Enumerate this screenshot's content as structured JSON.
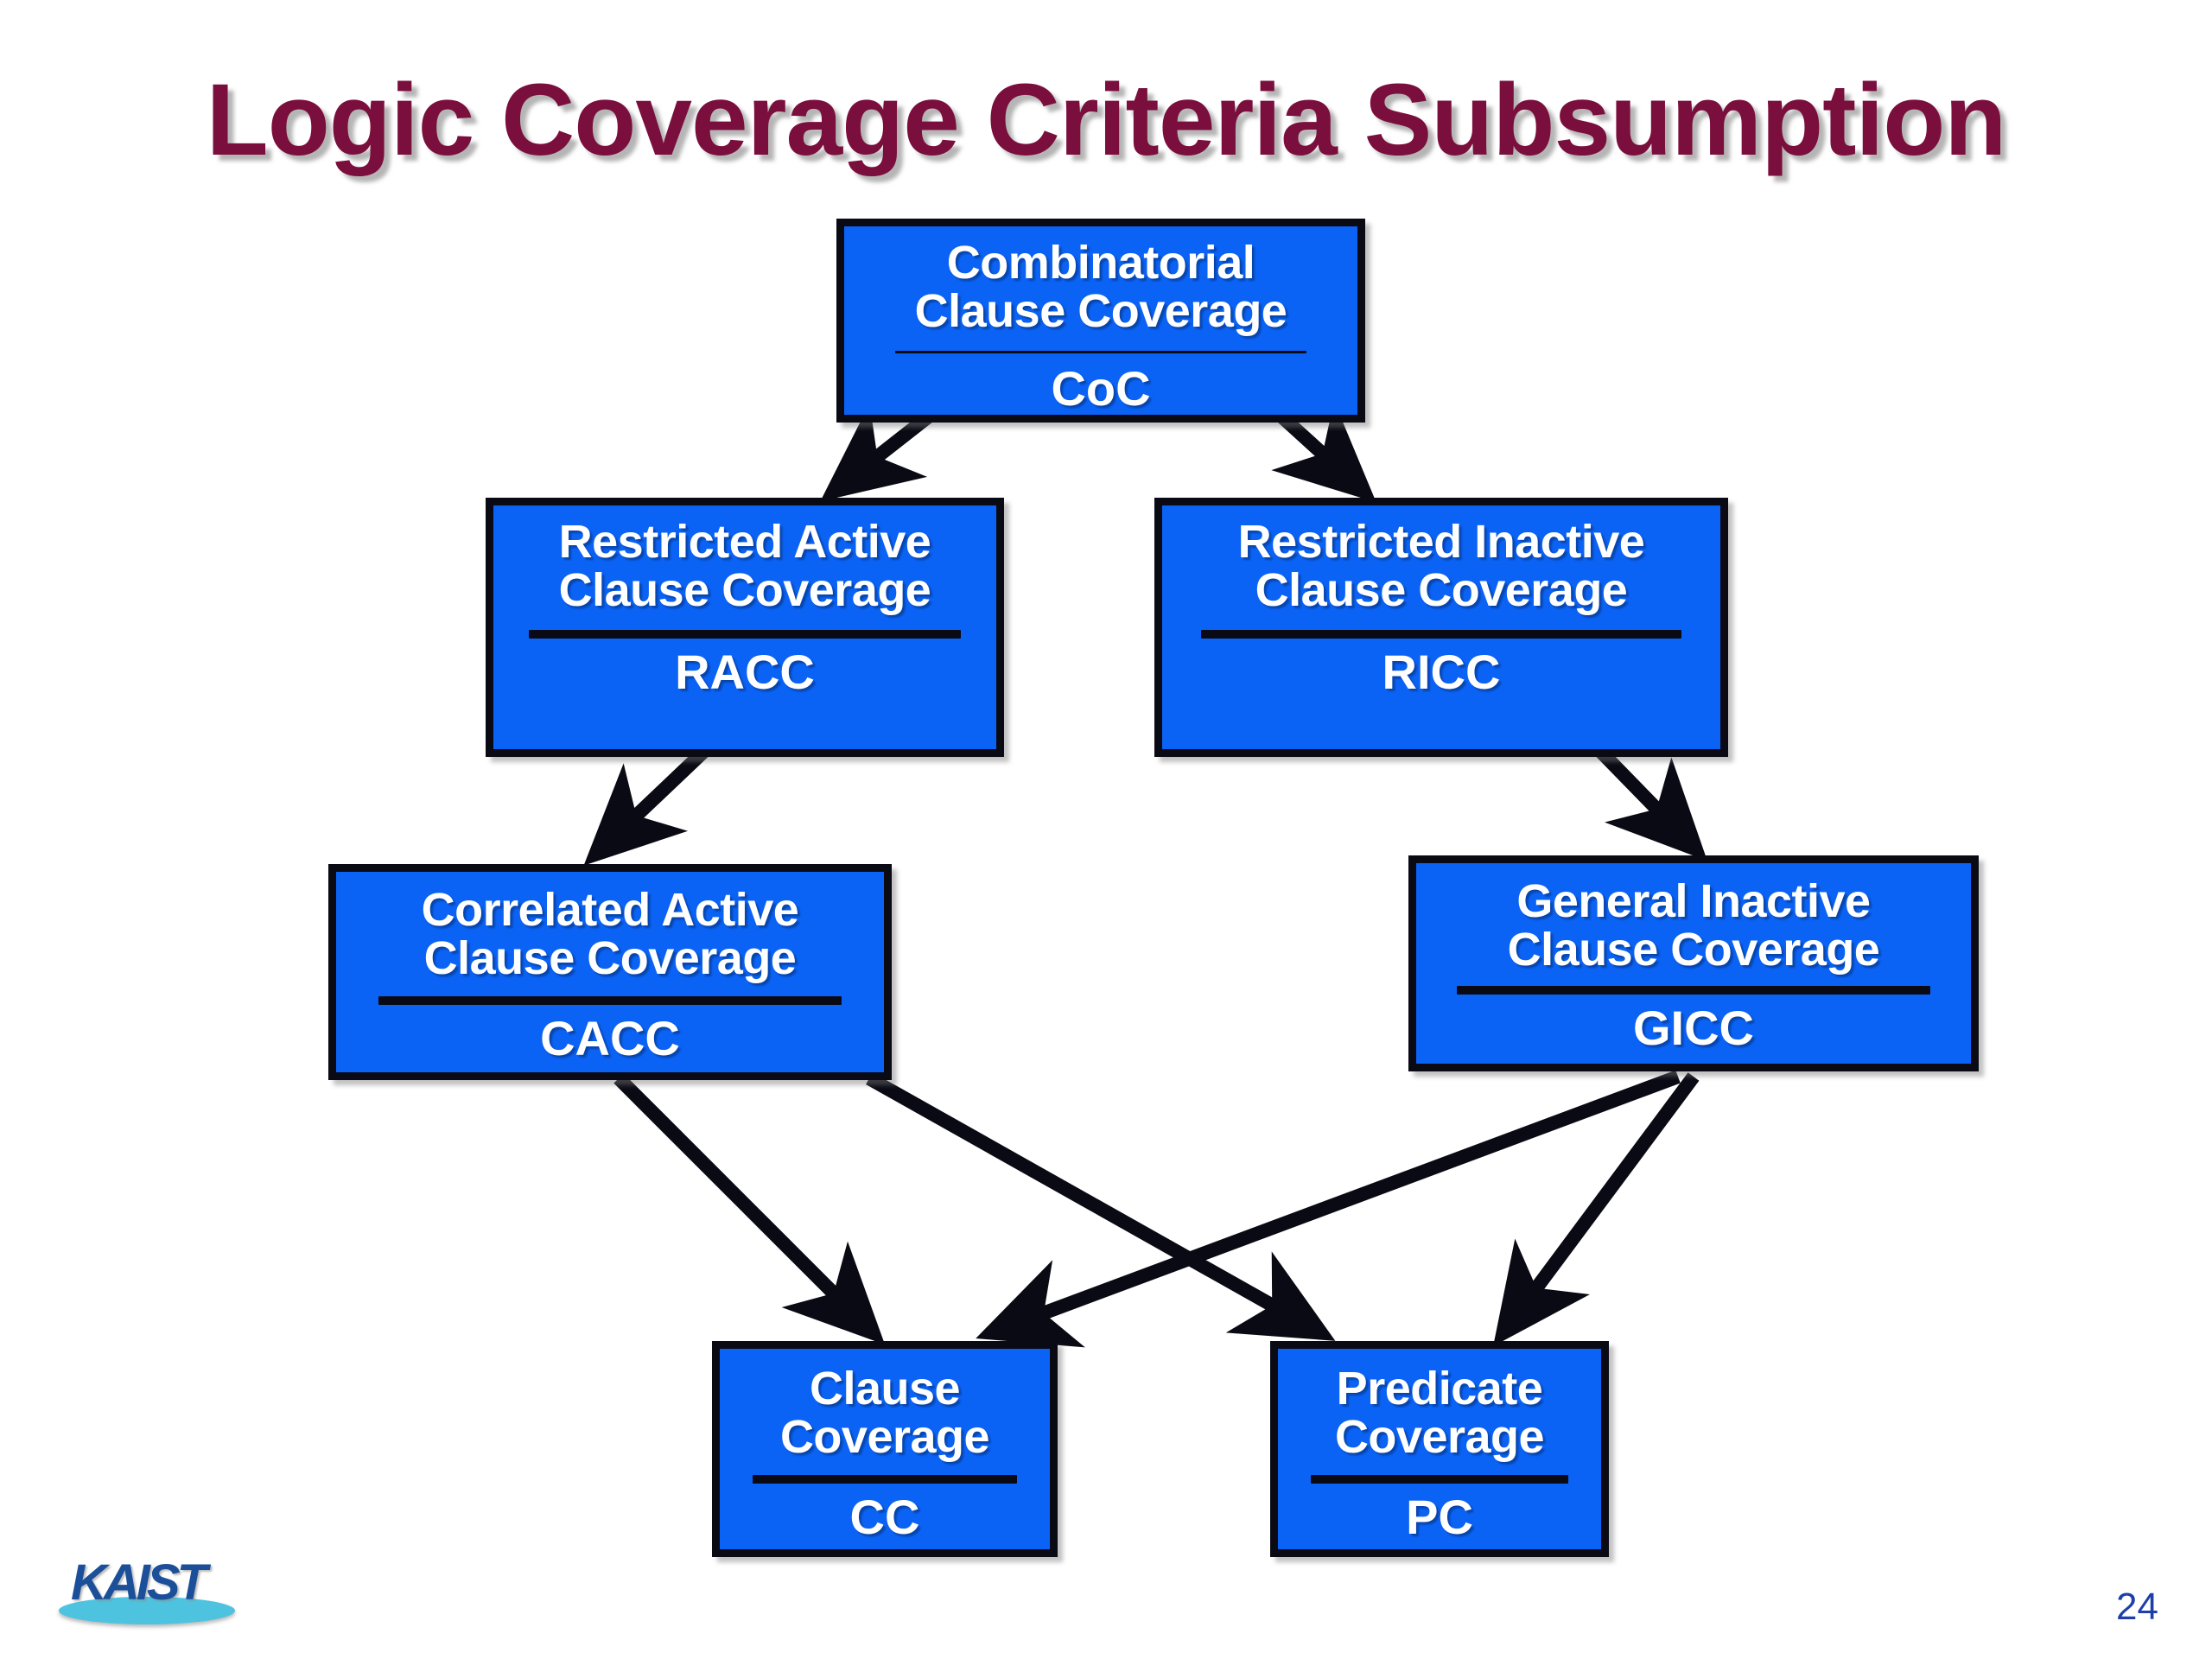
{
  "slide": {
    "title": "Logic Coverage Criteria Subsumption",
    "page_number": "24",
    "logo_text": "KAIST",
    "title_color": "#7a0e3c",
    "box_fill_color": "#0b63f6",
    "box_border_color": "#0a0a14",
    "box_text_color": "#ffffff",
    "page_number_color": "#1f3fa8"
  },
  "diagram": {
    "type": "subsumption-hierarchy",
    "nodes": [
      {
        "id": "coc",
        "name": "Combinatorial\nClause Coverage",
        "abbr": "CoC"
      },
      {
        "id": "racc",
        "name": "Restricted Active\nClause Coverage",
        "abbr": "RACC"
      },
      {
        "id": "ricc",
        "name": "Restricted Inactive\nClause Coverage",
        "abbr": "RICC"
      },
      {
        "id": "cacc",
        "name": "Correlated Active\nClause Coverage",
        "abbr": "CACC"
      },
      {
        "id": "gicc",
        "name": "General Inactive\nClause Coverage",
        "abbr": "GICC"
      },
      {
        "id": "cc",
        "name": "Clause\nCoverage",
        "abbr": "CC"
      },
      {
        "id": "pc",
        "name": "Predicate\nCoverage",
        "abbr": "PC"
      }
    ],
    "edges": [
      {
        "from": "coc",
        "to": "racc"
      },
      {
        "from": "coc",
        "to": "ricc"
      },
      {
        "from": "racc",
        "to": "cacc"
      },
      {
        "from": "ricc",
        "to": "gicc"
      },
      {
        "from": "cacc",
        "to": "cc"
      },
      {
        "from": "cacc",
        "to": "pc"
      },
      {
        "from": "gicc",
        "to": "cc"
      },
      {
        "from": "gicc",
        "to": "pc"
      }
    ]
  }
}
